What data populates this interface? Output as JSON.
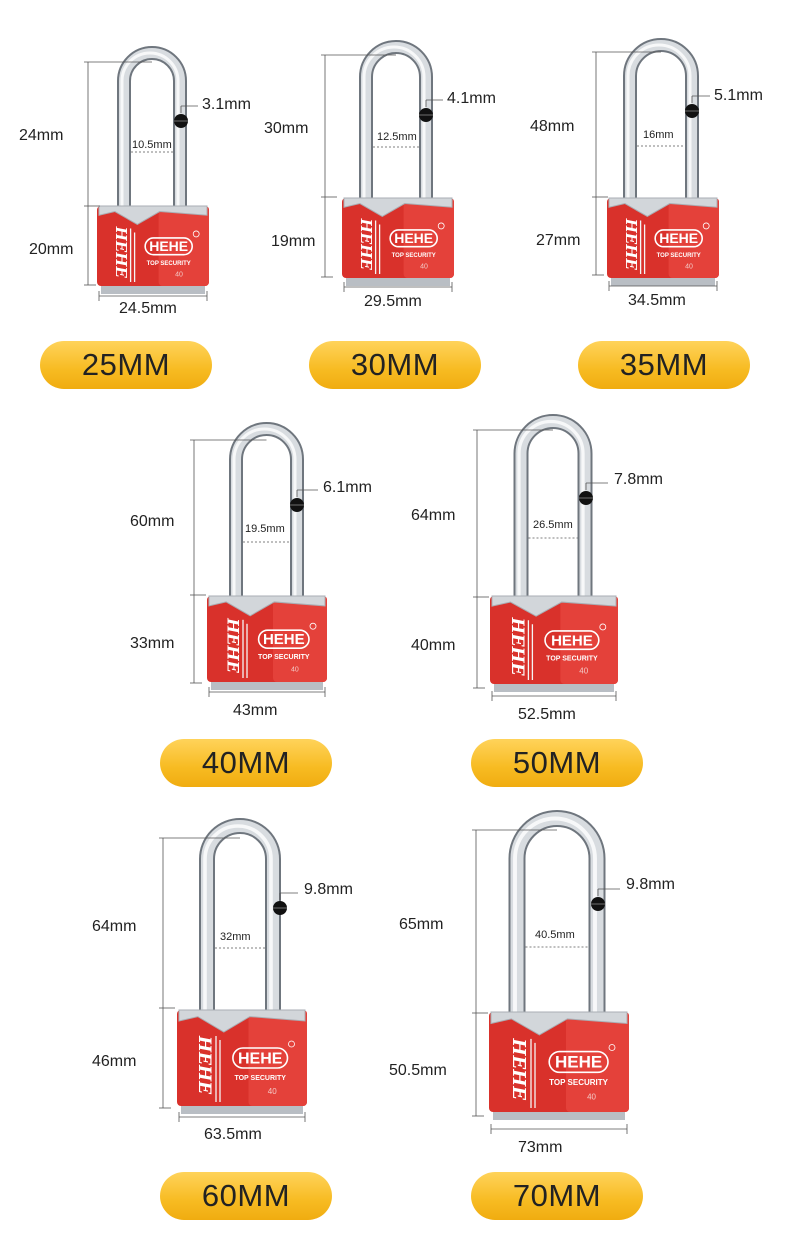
{
  "brand": {
    "logo_text": "HEHE",
    "side_text": "HEHE",
    "tagline": "TOP SECURITY",
    "model": "40",
    "body_color": "#d9312b",
    "shackle_color": "#c9ced4"
  },
  "locks": [
    {
      "size_label": "25MM",
      "shackle_height": "24mm",
      "body_height": "20mm",
      "shackle_diameter": "3.1mm",
      "inner_width": "10.5mm",
      "body_width": "24.5mm"
    },
    {
      "size_label": "30MM",
      "shackle_height": "30mm",
      "body_height": "19mm",
      "shackle_diameter": "4.1mm",
      "inner_width": "12.5mm",
      "body_width": "29.5mm"
    },
    {
      "size_label": "35MM",
      "shackle_height": "48mm",
      "body_height": "27mm",
      "shackle_diameter": "5.1mm",
      "inner_width": "16mm",
      "body_width": "34.5mm"
    },
    {
      "size_label": "40MM",
      "shackle_height": "60mm",
      "body_height": "33mm",
      "shackle_diameter": "6.1mm",
      "inner_width": "19.5mm",
      "body_width": "43mm"
    },
    {
      "size_label": "50MM",
      "shackle_height": "64mm",
      "body_height": "40mm",
      "shackle_diameter": "7.8mm",
      "inner_width": "26.5mm",
      "body_width": "52.5mm"
    },
    {
      "size_label": "60MM",
      "shackle_height": "64mm",
      "body_height": "46mm",
      "shackle_diameter": "9.8mm",
      "inner_width": "32mm",
      "body_width": "63.5mm"
    },
    {
      "size_label": "70MM",
      "shackle_height": "65mm",
      "body_height": "50.5mm",
      "shackle_diameter": "9.8mm",
      "inner_width": "40.5mm",
      "body_width": "73mm"
    }
  ]
}
